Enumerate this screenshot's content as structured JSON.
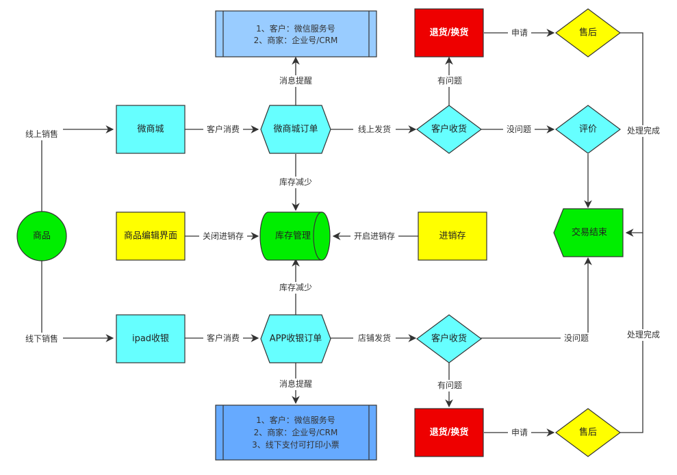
{
  "colors": {
    "cyan": "#66ffff",
    "green": "#00ee00",
    "yellow": "#ffff00",
    "red": "#ee0000",
    "note_light": "#99ccff",
    "note_dark": "#66aaff",
    "line": "#333333"
  },
  "nodes": {
    "goods": "商品",
    "wechat_mall": "微商城",
    "wechat_order": "微商城订单",
    "online_receive": "客户收货",
    "return_top": "退货/换货",
    "aftersale_top": "售后",
    "review": "评价",
    "deal_end": "交易结束",
    "edit_page": "商品编辑界面",
    "inventory": "库存管理",
    "invoicing": "进销存",
    "ipad": "ipad收银",
    "app_order": "APP收银订单",
    "offline_receive": "客户收货",
    "return_bottom": "退货/换货",
    "aftersale_bottom": "售后"
  },
  "notes": {
    "top": [
      "1、客户：微信服务号",
      "2、商家：企业号/CRM"
    ],
    "bottom": [
      "1、客户：微信服务号",
      "2、商家：企业号/CRM",
      "3、线下支付可打印小票"
    ]
  },
  "edges": {
    "online_sale": "线上销售",
    "offline_sale": "线下销售",
    "consume_top": "客户消费",
    "consume_bottom": "客户消费",
    "online_ship": "线上发货",
    "store_ship": "店铺发货",
    "msg_top": "消息提醒",
    "msg_bottom": "消息提醒",
    "stock_down_top": "库存减少",
    "stock_down_bottom": "库存减少",
    "close_inv": "关闭进销存",
    "open_inv": "开启进销存",
    "problem_top": "有问题",
    "problem_bottom": "有问题",
    "no_problem_top": "没问题",
    "no_problem_bottom": "没问题",
    "apply_top": "申请",
    "apply_bottom": "申请",
    "done_top": "处理完成",
    "done_bottom": "处理完成"
  }
}
